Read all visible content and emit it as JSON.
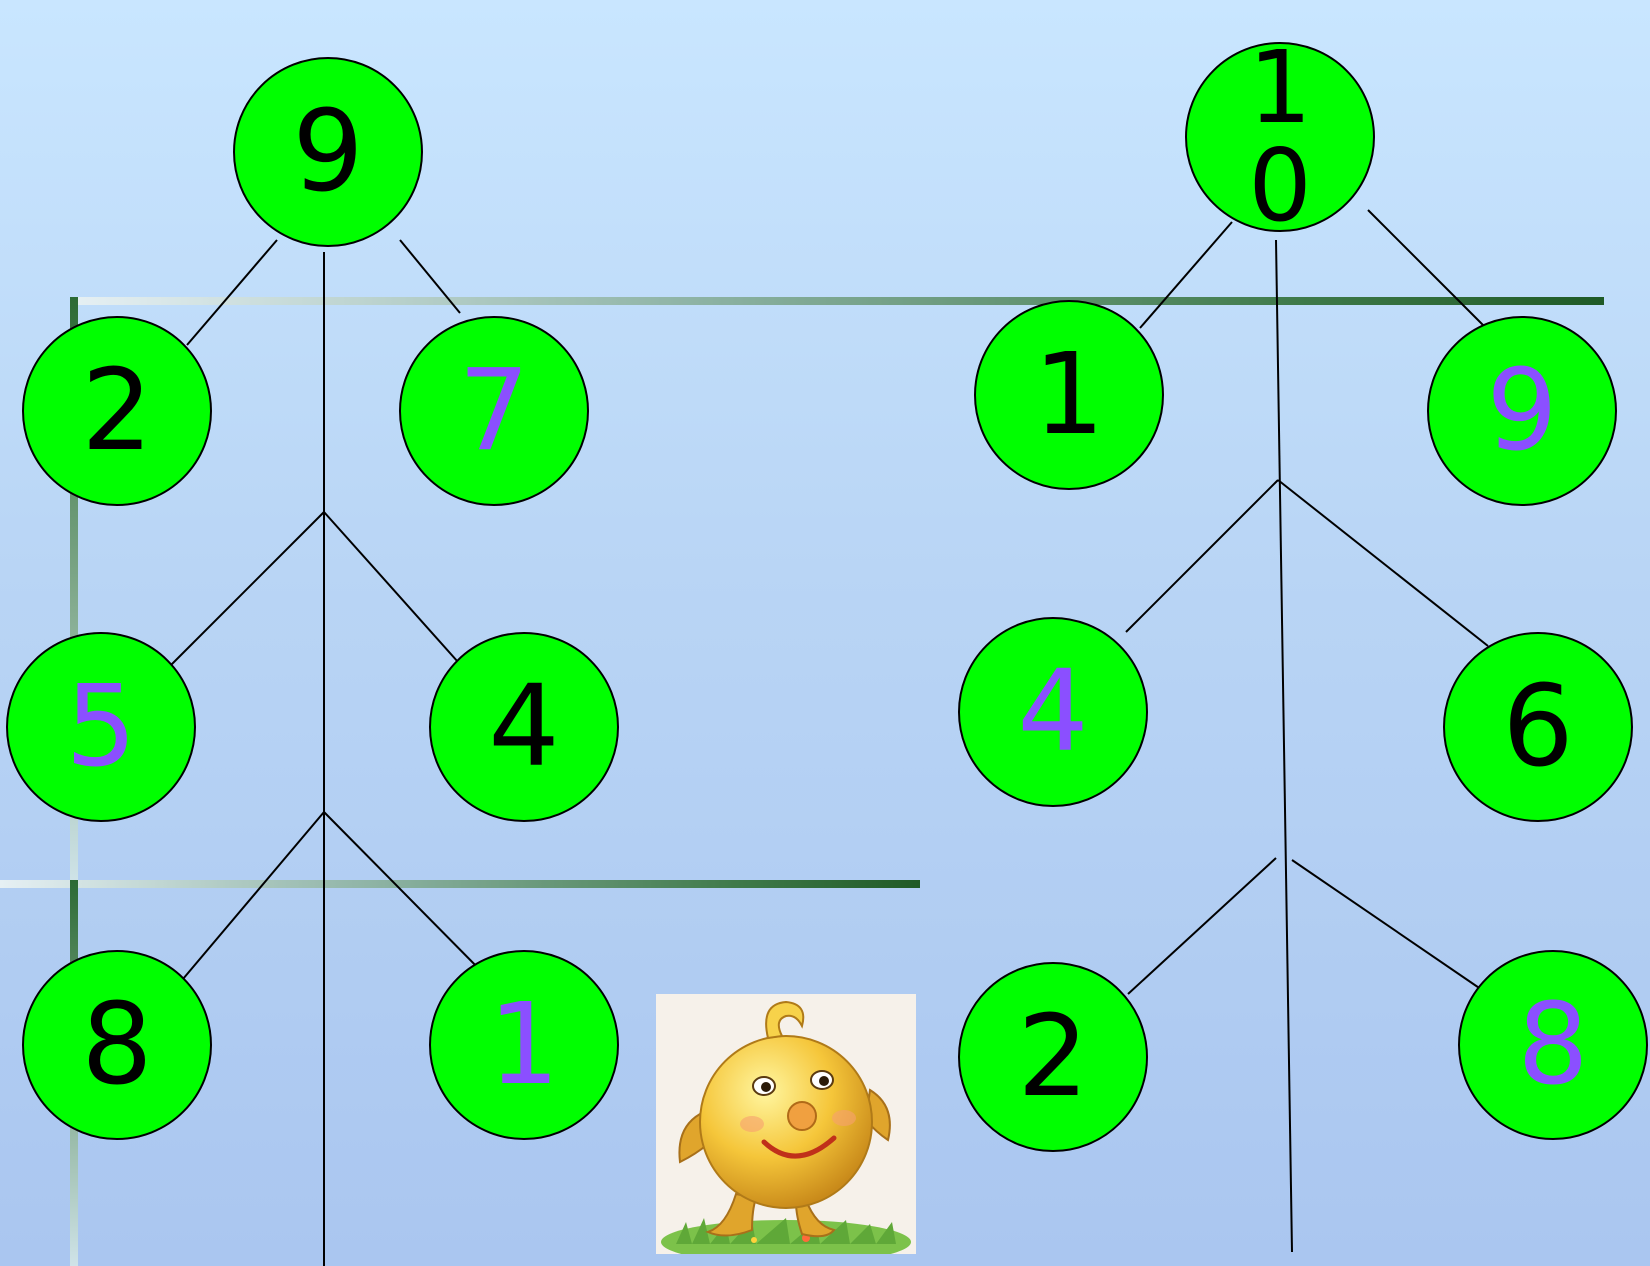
{
  "colors": {
    "node_fill": "#00ff00",
    "given_digit": "#000000",
    "answer_digit": "#8b4fff",
    "background_top": "#c9e6ff",
    "background_bottom": "#aac6f0"
  },
  "tree_nine": {
    "root": "9",
    "rows": [
      {
        "left": "2",
        "right": "7"
      },
      {
        "left": "5",
        "right": "4"
      },
      {
        "left": "8",
        "right": "1"
      }
    ]
  },
  "tree_ten": {
    "root_line1": "1",
    "root_line2": "0",
    "rows": [
      {
        "left": "1",
        "right": "9"
      },
      {
        "left": "4",
        "right": "6"
      },
      {
        "left": "2",
        "right": "8"
      }
    ]
  },
  "mascot": {
    "icon": "kolobok-smiling-bun-icon"
  }
}
